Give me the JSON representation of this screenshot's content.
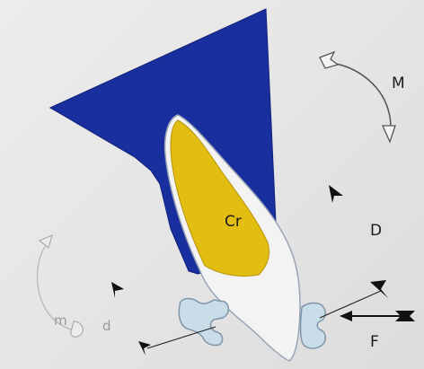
{
  "labels": {
    "crown": "Cr",
    "moment_large": "M",
    "direction_large": "D",
    "force": "F",
    "moment_small": "m",
    "direction_small": "d"
  },
  "colors": {
    "background": "#e6e6e6",
    "alveolar_bone": "#1a2f9e",
    "crown_fill": "#e2bd12",
    "tooth_root": "#f2f2f2",
    "bracket": "#c9dde8",
    "arrow_outline_color": "#555555",
    "force_arrow": "#111111"
  },
  "icons": {
    "moment_large": "curved-clockwise-arrow-icon",
    "moment_small": "curved-clockwise-arrow-icon",
    "force": "left-arrow-icon",
    "pointer": "arrowhead-pointer-icon"
  }
}
